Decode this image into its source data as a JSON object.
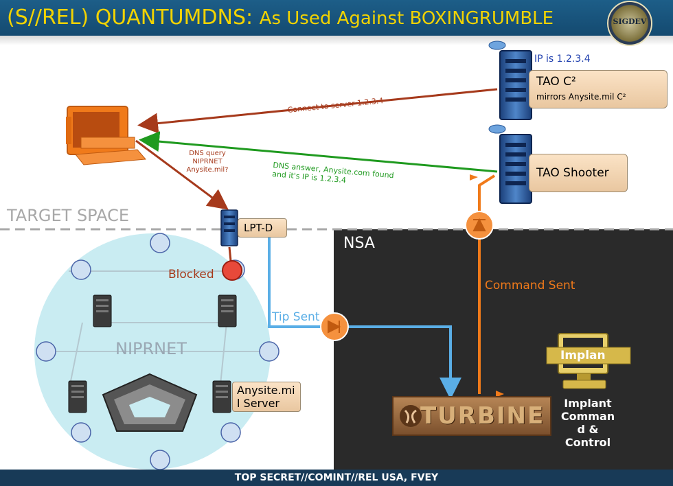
{
  "header": {
    "title_main": "(S//REL) QUANTUMDNS:",
    "title_sub": "As Used Against BOXINGRUMBLE",
    "seal_text": "SIGDEV"
  },
  "regions": {
    "target_space": "TARGET SPACE",
    "nsa": "NSA",
    "niprnet": "NIPRNET"
  },
  "servers": {
    "tao_c2_ip": "IP is 1.2.3.4",
    "tao_c2_title": "TAO C²",
    "tao_c2_subtitle": "mirrors Anysite.mil C²",
    "tao_shooter": "TAO Shooter",
    "lpt_d": "LPT-D",
    "anysite_line1": "Anysite.mi",
    "anysite_line2": "l Server"
  },
  "flows": {
    "connect": "Connect to server 1.2.3.4",
    "dns_query_1": "DNS query",
    "dns_query_2": "NIPRNET",
    "dns_query_3": "Anysite.mil?",
    "dns_answer_1": "DNS answer, Anysite.com found",
    "dns_answer_2": "and it's IP is 1.2.3.4",
    "blocked": "Blocked",
    "tip_sent": "Tip Sent",
    "command_sent": "Command Sent"
  },
  "turbine": {
    "label": "TURBINE"
  },
  "implant": {
    "screen": "Implan",
    "line1": "Implant",
    "line2": "Comman",
    "line3": "d &",
    "line4": "Control"
  },
  "footer": {
    "classification": "TOP SECRET//COMINT//REL USA, FVEY"
  },
  "colors": {
    "header_bg": "#1d5e88",
    "title": "#f2d300",
    "red_flow": "#a63a1c",
    "green_flow": "#1f9a1f",
    "blue_flow": "#5aaee6",
    "orange_flow": "#f07a1a",
    "nsa_panel": "#2a2a2a",
    "niprnet_zone": "#c9ecf2"
  }
}
